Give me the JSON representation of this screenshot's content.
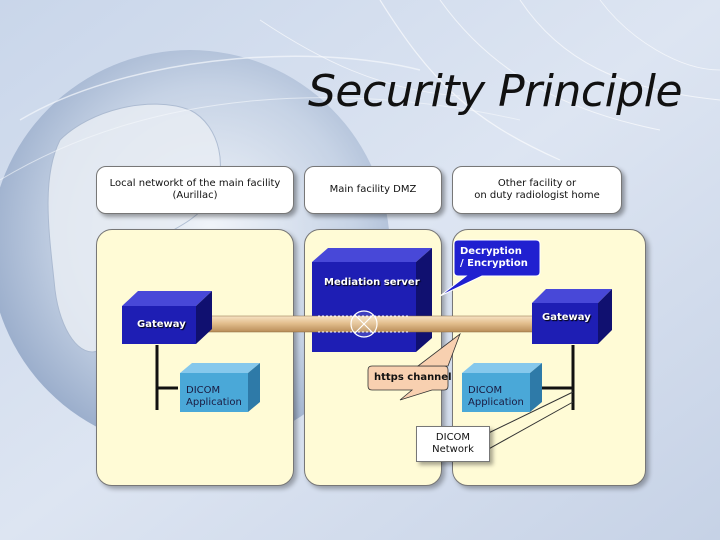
{
  "slide": {
    "title": "Security Principle"
  },
  "zones": {
    "local": {
      "label": "Local networkt of the main facility\n(Aurillac)"
    },
    "dmz": {
      "label": "Main facility DMZ"
    },
    "remote": {
      "label": "Other facility or\non duty radiologist home"
    }
  },
  "nodes": {
    "mediation_server": "Mediation server",
    "gateway_left": "Gateway",
    "gateway_right": "Gateway",
    "dicom_app_left": "DICOM\nApplication",
    "dicom_app_right": "DICOM\nApplication",
    "dicom_network": "DICOM\nNetwork"
  },
  "callouts": {
    "encryption": "Decryption\n/ Encryption",
    "channel": "https channel"
  },
  "colors": {
    "zone_fill": "#fffbd6",
    "device_blue": "#1e1eb4",
    "device_blue_top": "#4848d8",
    "device_blue_side": "#101070",
    "app_fill": "#4aa8d8",
    "tube": "#e0c090",
    "callout_blue": "#2020d0",
    "callout_peach": "#f8d0b0"
  }
}
